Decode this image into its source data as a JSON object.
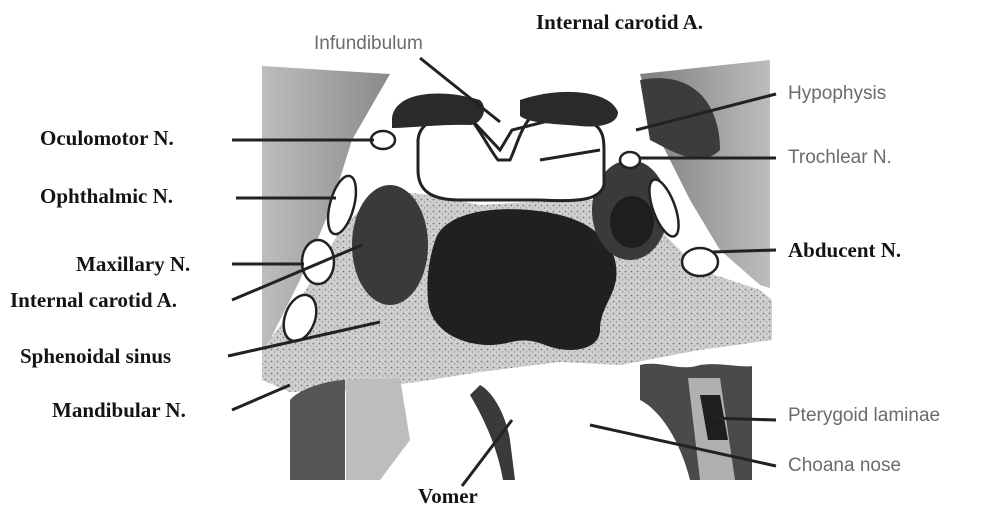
{
  "labels": {
    "infundibulum": "Infundibulum",
    "internal_carotid_top": "Internal carotid A.",
    "hypophysis": "Hypophysis",
    "trochlear": "Trochlear N.",
    "abducent": "Abducent N.",
    "oculomotor": "Oculomotor N.",
    "ophthalmic": "Ophthalmic N.",
    "maxillary": "Maxillary N.",
    "internal_carotid_left": "Internal carotid A.",
    "sphenoidal_sinus": "Sphenoidal sinus",
    "mandibular": "Mandibular N.",
    "pterygoid": "Pterygoid laminae",
    "choana": "Choana nose",
    "vomer": "Vomer"
  }
}
